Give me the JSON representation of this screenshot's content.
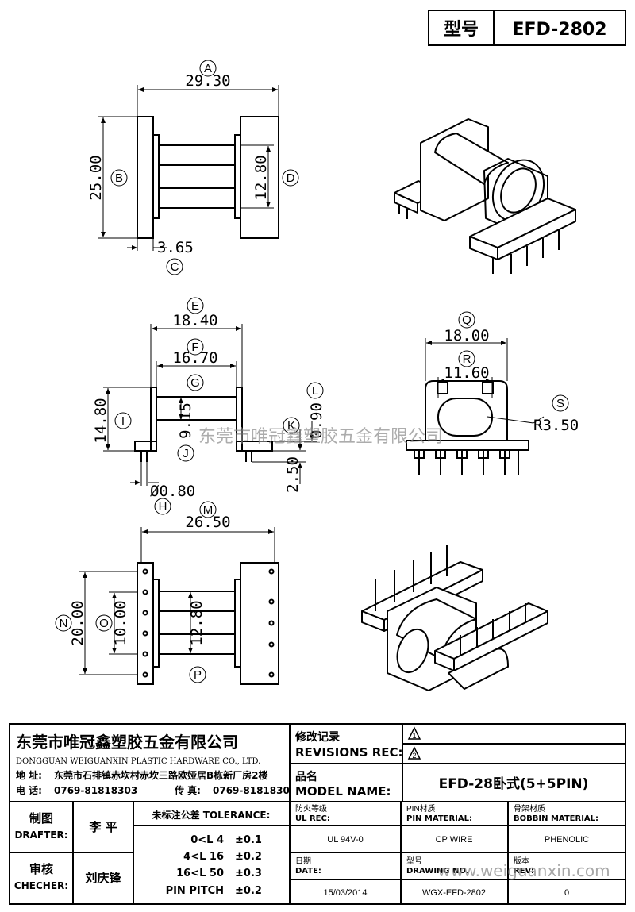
{
  "header": {
    "type_label": "型号",
    "part_no": "EFD-2802"
  },
  "dimensions": {
    "A": "29.30",
    "B": "25.00",
    "C": "3.65",
    "D": "12.80",
    "E": "18.40",
    "F": "16.70",
    "G": "9.15",
    "H": "Ø0.80",
    "I": "14.80",
    "K": "2.50",
    "L": "0.90",
    "M": "26.50",
    "N": "20.00",
    "O": "10.00",
    "P": "12.80",
    "Q": "18.00",
    "R": "11.60",
    "S": "R3.50"
  },
  "circle_labels": [
    "A",
    "B",
    "C",
    "D",
    "E",
    "F",
    "G",
    "H",
    "I",
    "J",
    "K",
    "L",
    "M",
    "N",
    "O",
    "P",
    "Q",
    "R",
    "S"
  ],
  "watermark_center": "东莞市唯冠鑫塑胶五金有限公司",
  "title_block": {
    "company_cn": "东莞市唯冠鑫塑胶五金有限公司",
    "company_en": "DONGGUAN WEIGUANXIN PLASTIC HARDWARE CO., LTD.",
    "address_label": "地 址:",
    "address": "东莞市石排镇赤坎村赤坎三路欧娅居B栋新厂房2楼",
    "phone_label": "电 话:",
    "phone": "0769-81818303",
    "fax_label": "传 真:",
    "fax": "0769-8181830",
    "revisions_cn": "修改记录",
    "revisions_en": "REVISIONS REC:",
    "rev1": "1",
    "rev2": "2",
    "model_name_cn": "品名",
    "model_name_en": "MODEL NAME:",
    "model_name": "EFD-28卧式(5+5PIN)",
    "drafter_cn": "制图",
    "drafter_en": "DRAFTER:",
    "drafter": "李 平",
    "checker_cn": "审核",
    "checker_en": "CHECHER:",
    "checker": "刘庆锋",
    "tolerance_title": "未标注公差 TOLERANCE:",
    "tolerances": [
      {
        "range": "0<L  4",
        "value": "±0.1"
      },
      {
        "range": "4<L  16",
        "value": "±0.2"
      },
      {
        "range": "16<L  50",
        "value": "±0.3"
      },
      {
        "range": "PIN PITCH",
        "value": "±0.2"
      }
    ],
    "ul_cn": "防火等级",
    "ul_en": "UL REC:",
    "ul_value": "UL 94V-0",
    "pin_mat_cn": "PIN材质",
    "pin_mat_en": "PIN MATERIAL:",
    "pin_mat_value": "CP WIRE",
    "bobbin_mat_cn": "骨架材质",
    "bobbin_mat_en": "BOBBIN MATERIAL:",
    "bobbin_mat_value": "PHENOLIC",
    "date_cn": "日期",
    "date_en": "DATE:",
    "date_value": "15/03/2014",
    "drawing_cn": "型号",
    "drawing_en": "DRAWING NO.",
    "drawing_value": "WGX-EFD-2802",
    "version_cn": "版本",
    "version_en": "REV:",
    "version_value": "0",
    "watermark_url": "www.weiguanxin.com"
  }
}
